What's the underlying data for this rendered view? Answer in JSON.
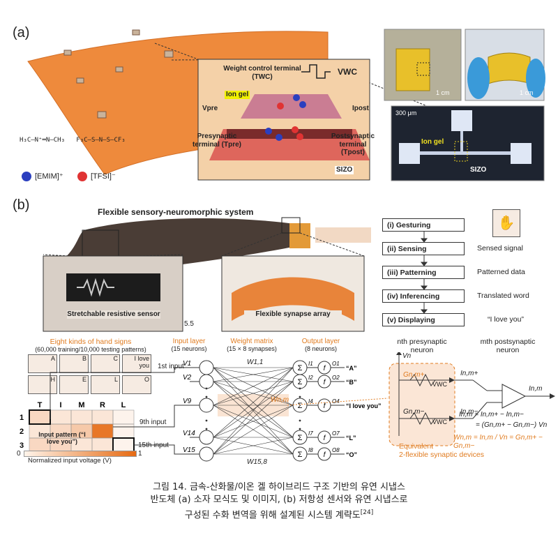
{
  "panel_a": {
    "label": "(a)",
    "weight_control": "Weight control terminal (TWC)",
    "vwc": "VWC",
    "ion_gel": "Ion gel",
    "vpre": "Vpre",
    "ipost": "Ipost",
    "presynaptic": "Presynaptic terminal (Tpre)",
    "postsynaptic": "Postsynaptic terminal (Tpost)",
    "sizo": "SIZO",
    "emim": "[EMIM]⁺",
    "tfsi": "[TFSI]⁻",
    "scale_1cm_a": "1 cm",
    "scale_1cm_b": "1 cm",
    "scale_300um": "300 μm",
    "micro_ion_gel": "Ion gel",
    "micro_sizo": "SIZO"
  },
  "panel_b": {
    "label": "(b)",
    "title": "Flexible sensory-neuromorphic system",
    "sensor_label": "Stretchable resistive sensor",
    "array_label": "Flexible synapse array",
    "stray": "5.5",
    "steps": [
      {
        "box": "(i) Gesturing",
        "desc": ""
      },
      {
        "box": "(ii) Sensing",
        "desc": "Sensed signal"
      },
      {
        "box": "(iii) Patterning",
        "desc": "Patterned data"
      },
      {
        "box": "(iv) Inferencing",
        "desc": "Translated word"
      },
      {
        "box": "(v) Displaying",
        "desc": "“I love you”"
      }
    ],
    "hand_signs_title": "Eight kinds of hand signs",
    "hand_signs_sub": "(60,000 training/10,000 testing patterns)",
    "sign_letters": [
      "A",
      "B",
      "C",
      "I love you",
      "H",
      "E",
      "L",
      "O"
    ],
    "input_layer": "Input layer",
    "input_layer_sub": "(15 neurons)",
    "weight_matrix": "Weight matrix",
    "weight_matrix_sub": "(15 × 8 synapses)",
    "output_layer": "Output layer",
    "output_layer_sub": "(8 neurons)",
    "inputs_v": [
      "V1",
      "V2",
      "V9",
      "V14",
      "V15"
    ],
    "input_tags": [
      "1st input",
      "9th input",
      "15th input"
    ],
    "w_top": "W1,1",
    "w_bottom": "W15,8",
    "w_mid": "Wn,m",
    "outputs_i": [
      "I1",
      "I2",
      "I4",
      "I7",
      "I8"
    ],
    "outputs_o": [
      "O1",
      "O2",
      "O4",
      "O7",
      "O8"
    ],
    "outputs_word": [
      "“A”",
      "“B”",
      "“I love you”",
      "“L”",
      "“O”"
    ],
    "grid_cols": [
      "T",
      "I",
      "M",
      "R",
      "L"
    ],
    "grid_rows": [
      "1",
      "2",
      "3"
    ],
    "grid_values": [
      [
        0.2,
        0.1,
        0.1,
        0.1,
        0.0
      ],
      [
        0.1,
        0.2,
        0.3,
        0.9,
        0.0
      ],
      [
        0.2,
        0.2,
        0.1,
        0.1,
        0.0
      ]
    ],
    "pattern_label": "Input pattern (“I love you”)",
    "colorbar_min": "0",
    "colorbar_max": "1",
    "colorbar_label": "Normalized input voltage (V)",
    "pre_neuron": "nth presynaptic neuron",
    "post_neuron": "mth postsynaptic neuron",
    "vn": "Vn",
    "inm_plus": "In,m+",
    "inm_minus": "In,m−",
    "gnm_plus": "Gn,m+",
    "gnm_minus": "Gn,m−",
    "vwc1": "VWC",
    "vwc2": "VWC",
    "inm": "In,m",
    "eq1": "In,m = In,m+ − In,m−",
    "eq2": "= (Gn,m+ − Gn,m−) Vn",
    "eq3": "Wn,m = In,m / Vn = Gn,m+ − Gn,m−",
    "equivalent": "Equivalent",
    "equivalent_sub": "2-flexible synaptic devices"
  },
  "caption": {
    "line1": "그림 14. 금속-산화물/이온 겔 하이브리드 구조 기반의 유연 시냅스",
    "line2": "반도체 (a) 소자 모식도 및 이미지, (b) 저항성 센서와 유연 시냅스로",
    "line3": "구성된 수화 변역을 위해 설계된 시스템 계략도",
    "ref": "[24]"
  },
  "colors": {
    "orange": "#e07b1f",
    "sheet": "#ee8a3c",
    "glove": "#4a3d36",
    "channel": "#c0342a"
  }
}
